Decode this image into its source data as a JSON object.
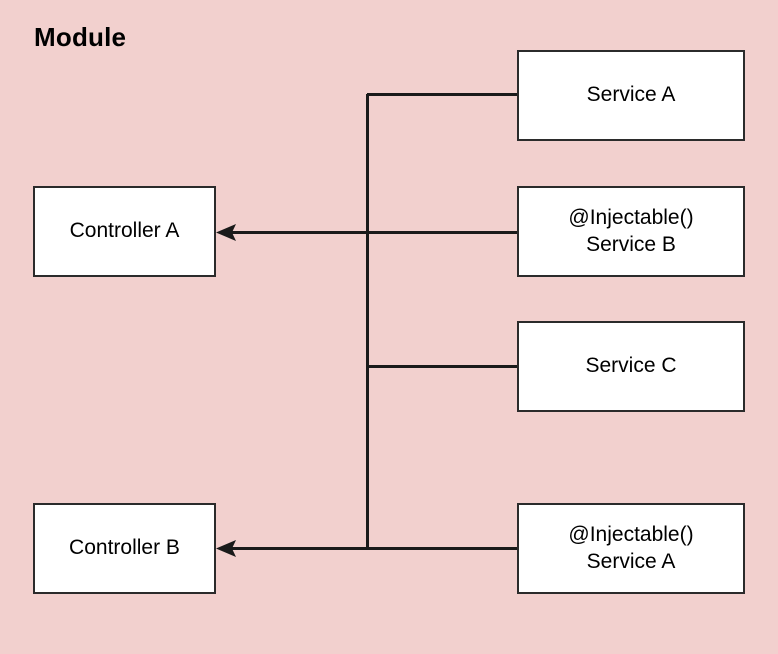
{
  "diagram": {
    "title": "Module",
    "background_color": "#f2d0ce",
    "box_fill_color": "#ffffff",
    "border_color": "#2b2b2b",
    "line_color": "#1a1a1a",
    "text_color": "#000000"
  },
  "nodes": {
    "service_a_top": {
      "line1": "Service A",
      "line2": ""
    },
    "service_b": {
      "line1": "@Injectable()",
      "line2": "Service B"
    },
    "service_c": {
      "line1": "Service C",
      "line2": ""
    },
    "service_a_bottom": {
      "line1": "@Injectable()",
      "line2": "Service A"
    },
    "controller_a": {
      "line1": "Controller A",
      "line2": ""
    },
    "controller_b": {
      "line1": "Controller B",
      "line2": ""
    }
  },
  "connections": [
    {
      "name": "service-a-top-to-trunk",
      "from": "service_a_top",
      "to": "module_trunk",
      "arrow": false
    },
    {
      "name": "service-b-to-controller-a",
      "from": "service_b",
      "to": "controller_a",
      "arrow": true
    },
    {
      "name": "service-c-to-trunk",
      "from": "service_c",
      "to": "module_trunk",
      "arrow": false
    },
    {
      "name": "service-a-bottom-to-controller-b",
      "from": "service_a_bottom",
      "to": "controller_b",
      "arrow": true
    }
  ]
}
